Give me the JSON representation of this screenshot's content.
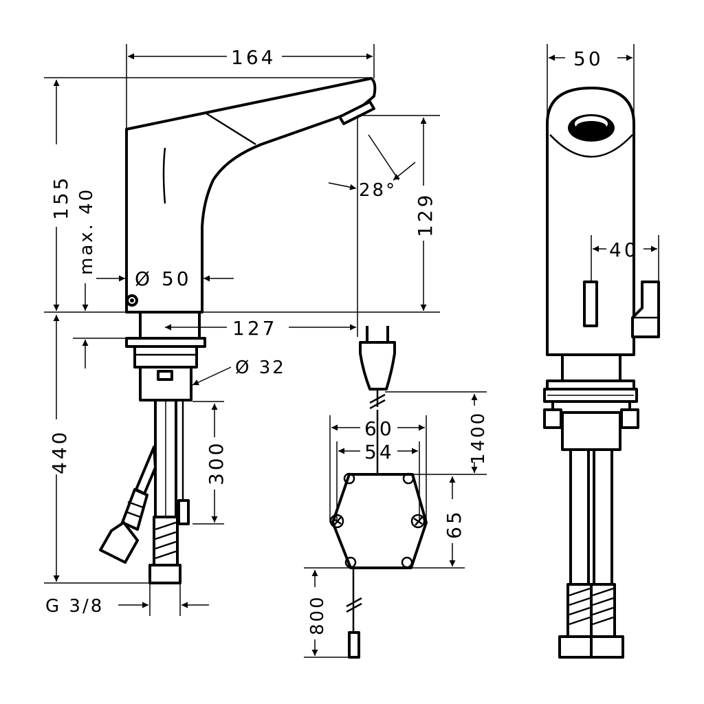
{
  "dimensions": {
    "spout_length": "164",
    "total_height": "155",
    "max_deck": "max. 40",
    "body_diameter": "Ø 50",
    "spout_height": "129",
    "spray_angle": "28°",
    "spout_reach": "127",
    "shank_diameter": "Ø 32",
    "hose_length": "300",
    "shank_length": "440",
    "connection": "G 3/8",
    "box_width": "60",
    "box_inner": "54",
    "box_height": "65",
    "power_cable": "1400",
    "sensor_cable": "800",
    "side_width": "50",
    "lever_width": "40"
  },
  "colors": {
    "line": "#000000",
    "background": "#ffffff"
  }
}
